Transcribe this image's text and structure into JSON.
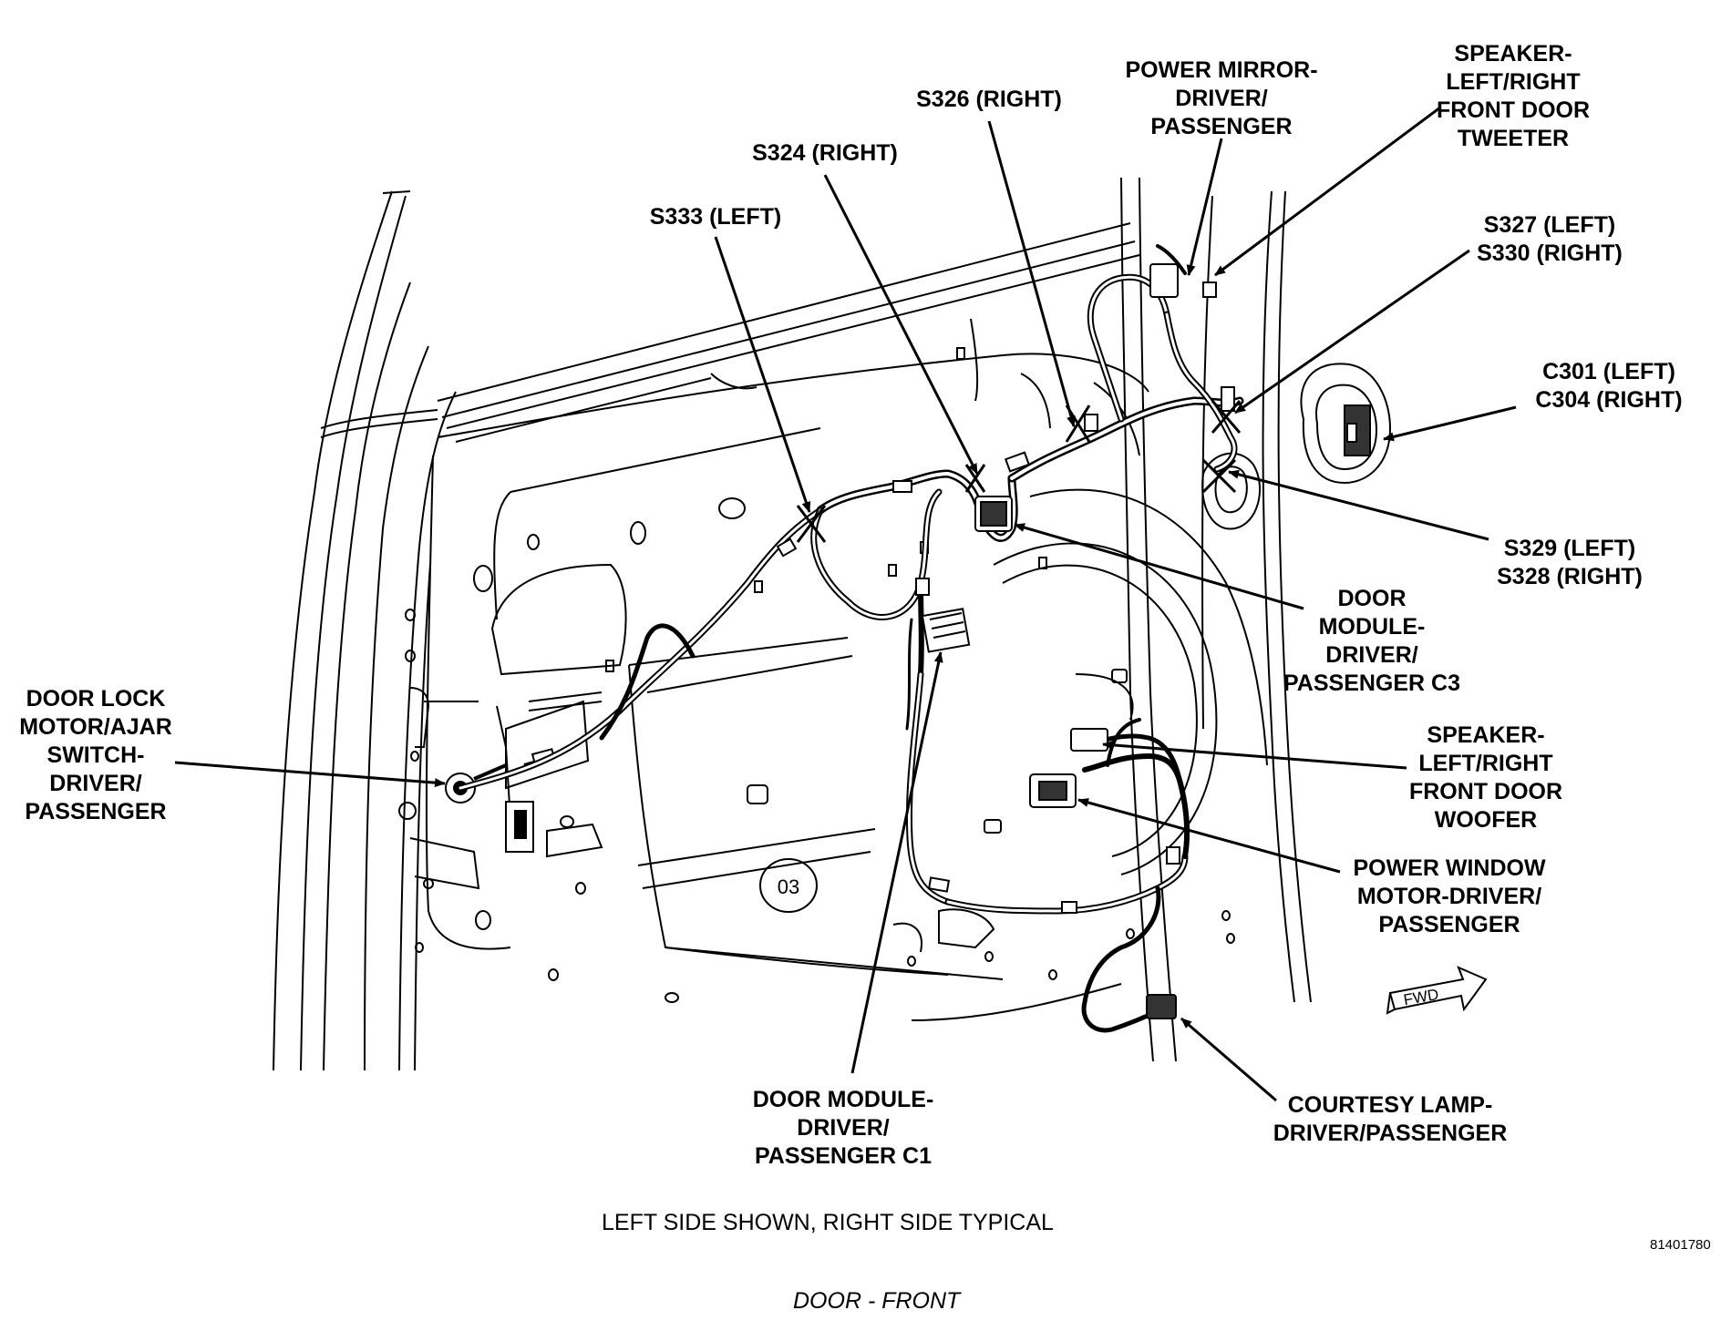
{
  "labels": {
    "s326": [
      "S326 (RIGHT)"
    ],
    "power_mirror": [
      "POWER MIRROR-",
      "DRIVER/",
      "PASSENGER"
    ],
    "speaker_tweeter": [
      "SPEAKER-",
      "LEFT/RIGHT",
      "FRONT DOOR",
      "TWEETER"
    ],
    "s324": [
      "S324 (RIGHT)"
    ],
    "s333": [
      "S333 (LEFT)"
    ],
    "s327_s330": [
      "S327 (LEFT)",
      "S330 (RIGHT)"
    ],
    "c301_c304": [
      "C301 (LEFT)",
      "C304 (RIGHT)"
    ],
    "s329_s328": [
      "S329 (LEFT)",
      "S328 (RIGHT)"
    ],
    "door_module_c3": [
      "DOOR",
      "MODULE-",
      "DRIVER/",
      "PASSENGER C3"
    ],
    "door_lock": [
      "DOOR LOCK",
      "MOTOR/AJAR",
      "SWITCH-",
      "DRIVER/",
      "PASSENGER"
    ],
    "speaker_woofer": [
      "SPEAKER-",
      "LEFT/RIGHT",
      "FRONT DOOR",
      "WOOFER"
    ],
    "power_window": [
      "POWER WINDOW",
      "MOTOR-DRIVER/",
      "PASSENGER"
    ],
    "door_module_c1": [
      "DOOR MODULE-",
      "DRIVER/",
      "PASSENGER C1"
    ],
    "courtesy_lamp": [
      "COURTESY LAMP-",
      "DRIVER/PASSENGER"
    ]
  },
  "caption": "LEFT SIDE SHOWN, RIGHT SIDE TYPICAL",
  "figure_id": "81401780",
  "title": "DOOR - FRONT",
  "panel_mark": "03",
  "fwd_mark": "FWD"
}
